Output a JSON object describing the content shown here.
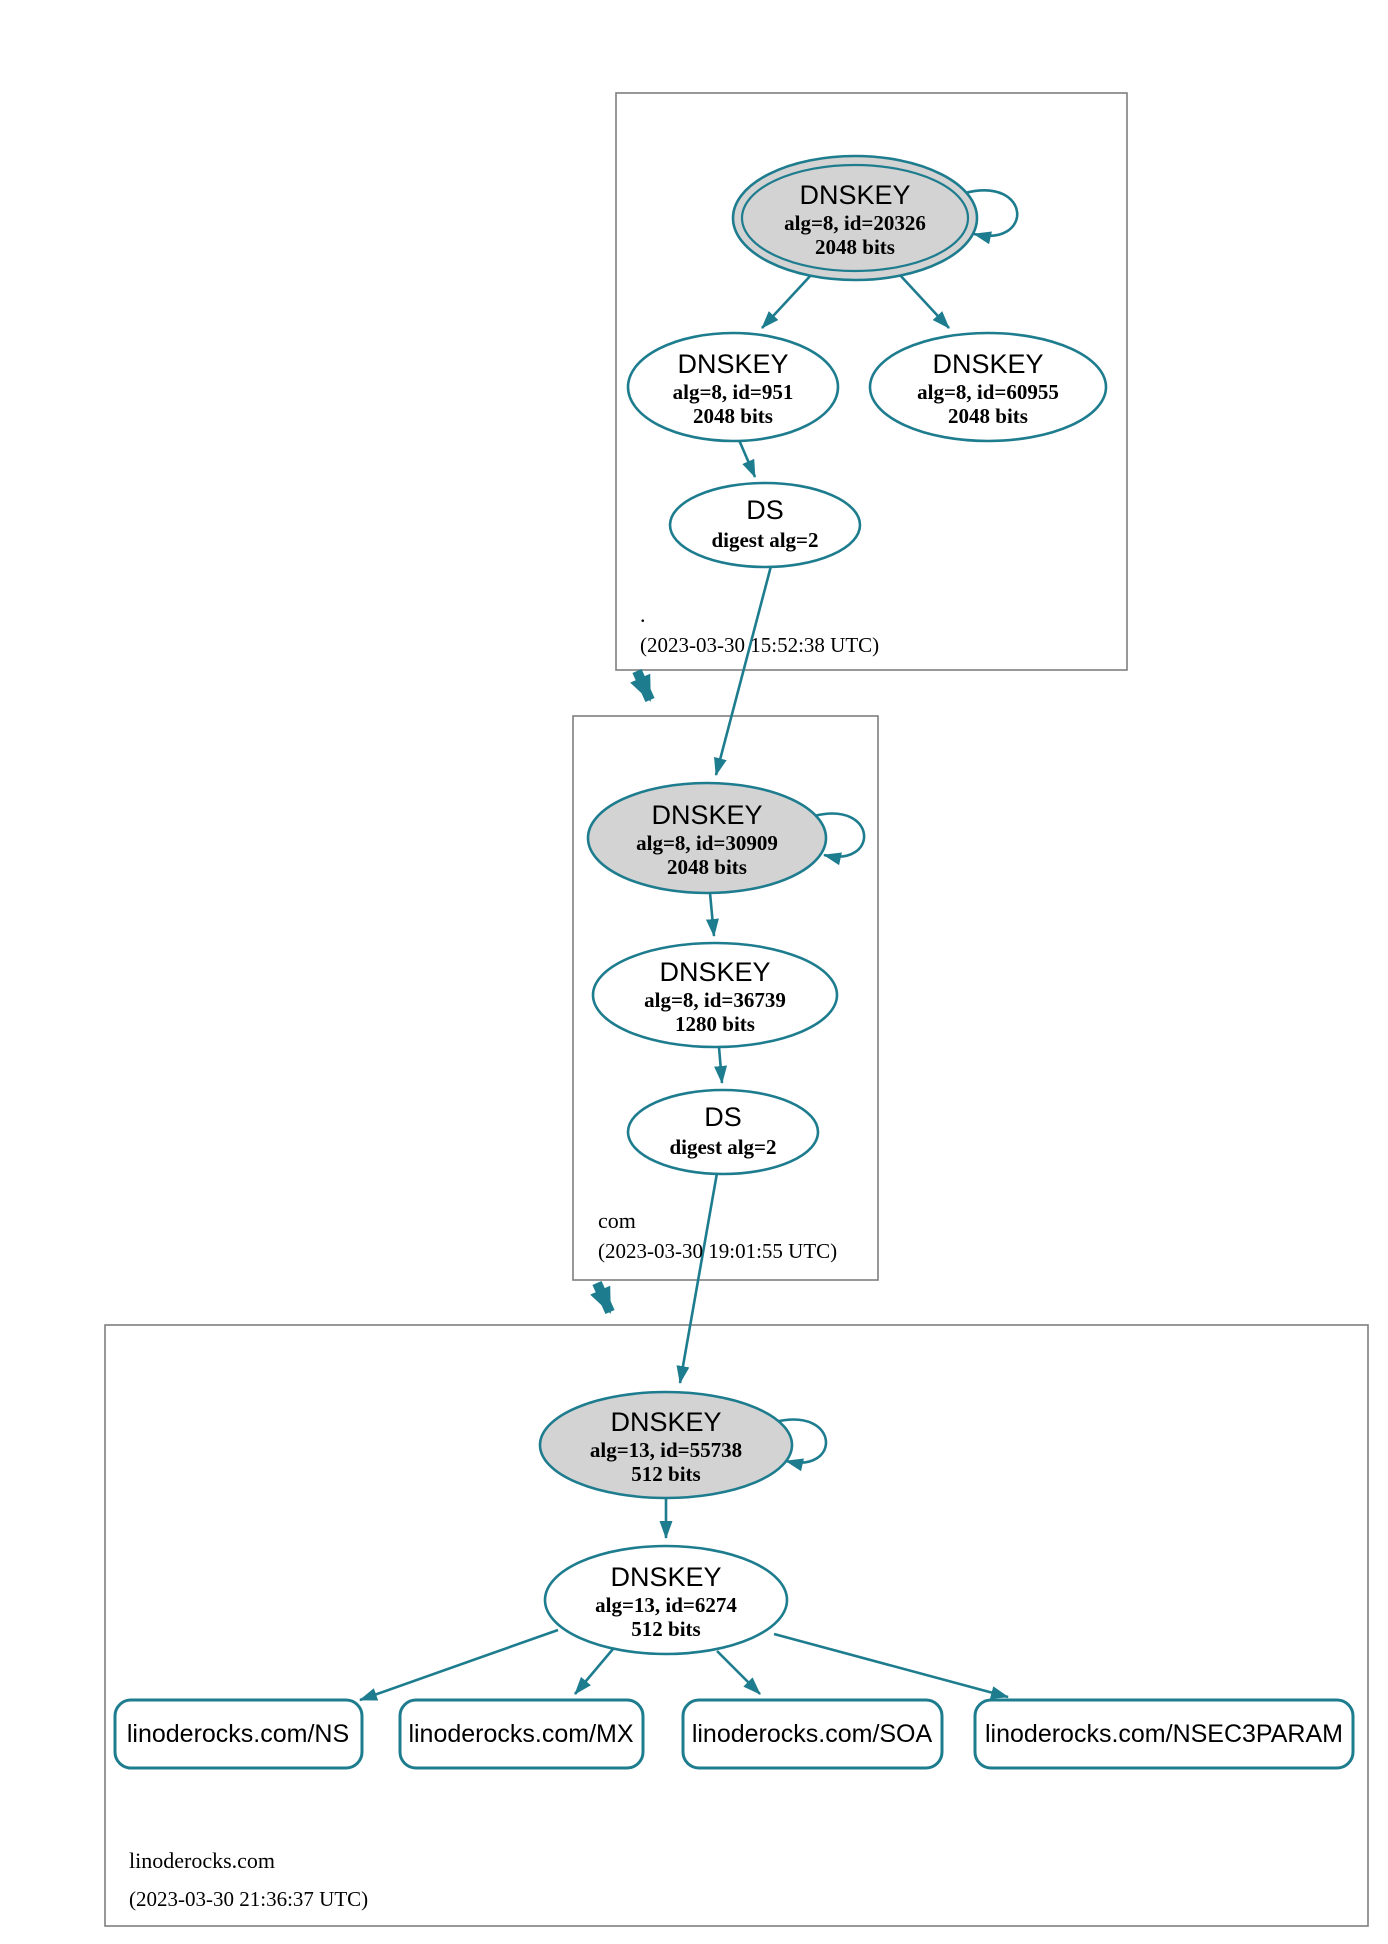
{
  "colors": {
    "edge": "#1d7c8e",
    "ksk_fill": "#d3d3d3",
    "zone_border": "#7f7f7f",
    "text": "#000000",
    "background": "#ffffff"
  },
  "zones": {
    "root": {
      "label": ".",
      "timestamp": "(2023-03-30 15:52:38 UTC)",
      "ksk": {
        "title": "DNSKEY",
        "alg": "alg=8, id=20326",
        "bits": "2048 bits"
      },
      "zsk1": {
        "title": "DNSKEY",
        "alg": "alg=8, id=951",
        "bits": "2048 bits"
      },
      "zsk2": {
        "title": "DNSKEY",
        "alg": "alg=8, id=60955",
        "bits": "2048 bits"
      },
      "ds": {
        "title": "DS",
        "digest": "digest alg=2"
      }
    },
    "com": {
      "label": "com",
      "timestamp": "(2023-03-30 19:01:55 UTC)",
      "ksk": {
        "title": "DNSKEY",
        "alg": "alg=8, id=30909",
        "bits": "2048 bits"
      },
      "zsk": {
        "title": "DNSKEY",
        "alg": "alg=8, id=36739",
        "bits": "1280 bits"
      },
      "ds": {
        "title": "DS",
        "digest": "digest alg=2"
      }
    },
    "linoderocks": {
      "label": "linoderocks.com",
      "timestamp": "(2023-03-30 21:36:37 UTC)",
      "ksk": {
        "title": "DNSKEY",
        "alg": "alg=13, id=55738",
        "bits": "512 bits"
      },
      "zsk": {
        "title": "DNSKEY",
        "alg": "alg=13, id=6274",
        "bits": "512 bits"
      },
      "rrsets": [
        "linoderocks.com/NS",
        "linoderocks.com/MX",
        "linoderocks.com/SOA",
        "linoderocks.com/NSEC3PARAM"
      ]
    }
  }
}
